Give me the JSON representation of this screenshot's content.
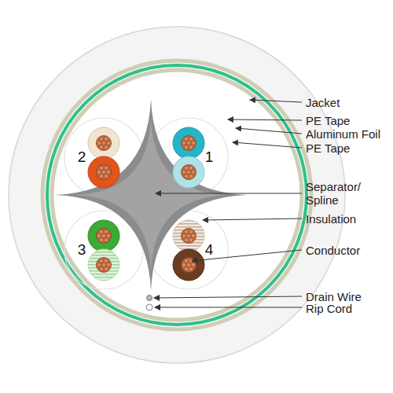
{
  "diagram": {
    "labels": [
      "Jacket",
      "PE Tape",
      "Aluminum Foil",
      "PE Tape",
      "Separator/ Spline",
      "Insulation",
      "Conductor",
      "Drain Wire",
      "Rip Cord",
      "2",
      "1",
      "3",
      "4"
    ]
  }
}
